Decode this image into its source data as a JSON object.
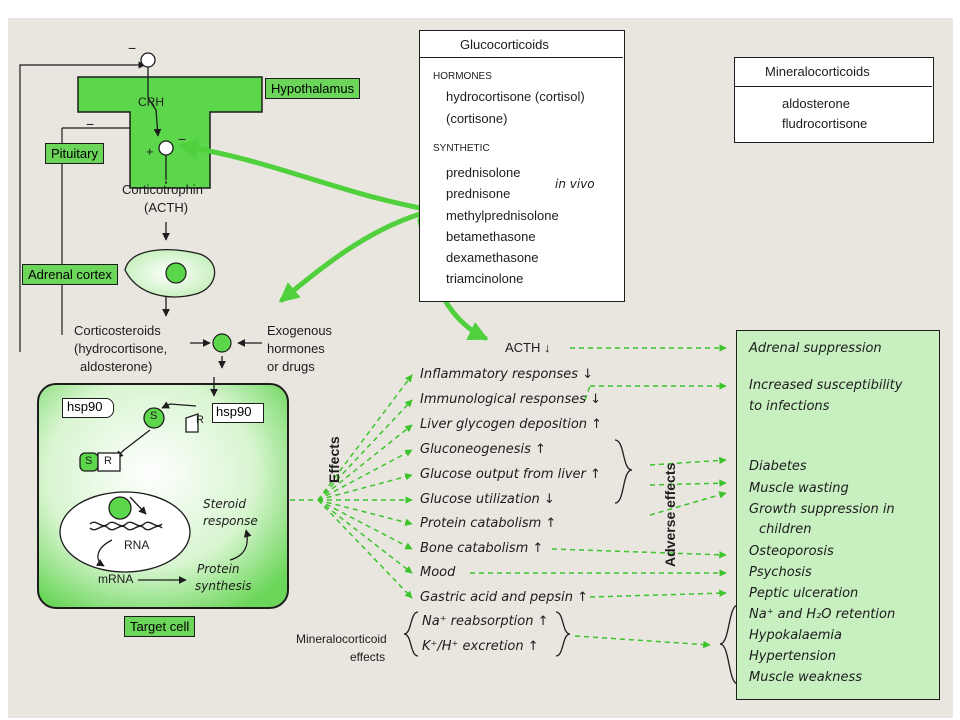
{
  "colors": {
    "green": "#5cd64a",
    "dark": "#1d1d1d",
    "paper": "#e9e6df",
    "effects_box": "#c7efc0"
  },
  "axis": {
    "hypothalamus": "Hypothalamus",
    "pituitary": "Pituitary",
    "crh": "CRH",
    "plus": "+",
    "minus": "−",
    "acth_line1": "Corticotrophin",
    "acth_line2": "(ACTH)",
    "adrenal_cortex": "Adrenal cortex",
    "cort_line1": "Corticosteroids",
    "cort_line2": "(hydrocortisone,",
    "cort_line3": "aldosterone)",
    "exo_line1": "Exogenous",
    "exo_line2": "hormones",
    "exo_line3": "or drugs"
  },
  "target_cell": {
    "label": "Target cell",
    "hsp90_a": "hsp90",
    "hsp90_b": "hsp90",
    "s": "S",
    "r": "R",
    "rna": "RNA",
    "mrna": "mRNA",
    "steroid_line1": "Steroid",
    "steroid_line2": "response",
    "protein_line1": "Protein",
    "protein_line2": "synthesis"
  },
  "glucocorticoids": {
    "title": "Glucocorticoids",
    "hormones_heading": "HORMONES",
    "hormones": [
      "hydrocortisone (cortisol)",
      "(cortisone)"
    ],
    "synthetic_heading": "SYNTHETIC",
    "synthetic": [
      "prednisolone",
      "prednisone",
      "methylprednisolone",
      "betamethasone",
      "dexamethasone",
      "triamcinolone"
    ],
    "in_vivo": "in vivo"
  },
  "mineralocorticoids": {
    "title": "Mineralocorticoids",
    "items": [
      "aldosterone",
      "fludrocortisone"
    ]
  },
  "effects": {
    "label": "Effects",
    "acth": "ACTH ↓",
    "items": [
      "Inflammatory responses ↓",
      "Immunological responses ↓",
      "Liver glycogen deposition ↑",
      "Gluconeogenesis ↑",
      "Glucose output from liver ↑",
      "Glucose utilization ↓",
      "Protein catabolism ↑",
      "Bone catabolism ↑",
      "Mood",
      "Gastric acid and pepsin ↑"
    ],
    "mineralocorticoid_label_line1": "Mineralocorticoid",
    "mineralocorticoid_label_line2": "effects",
    "mineralocorticoid_items": [
      "Na⁺ reabsorption ↑",
      "K⁺/H⁺ excretion ↑"
    ]
  },
  "adverse": {
    "label": "Adverse effects",
    "items": [
      "Adrenal suppression",
      "Increased susceptibility",
      "to infections",
      "Diabetes",
      "Muscle wasting",
      "Growth suppression in",
      "children",
      "Osteoporosis",
      "Psychosis",
      "Peptic ulceration",
      "Na⁺ and H₂O retention",
      "Hypokalaemia",
      "Hypertension",
      "Muscle weakness"
    ]
  }
}
